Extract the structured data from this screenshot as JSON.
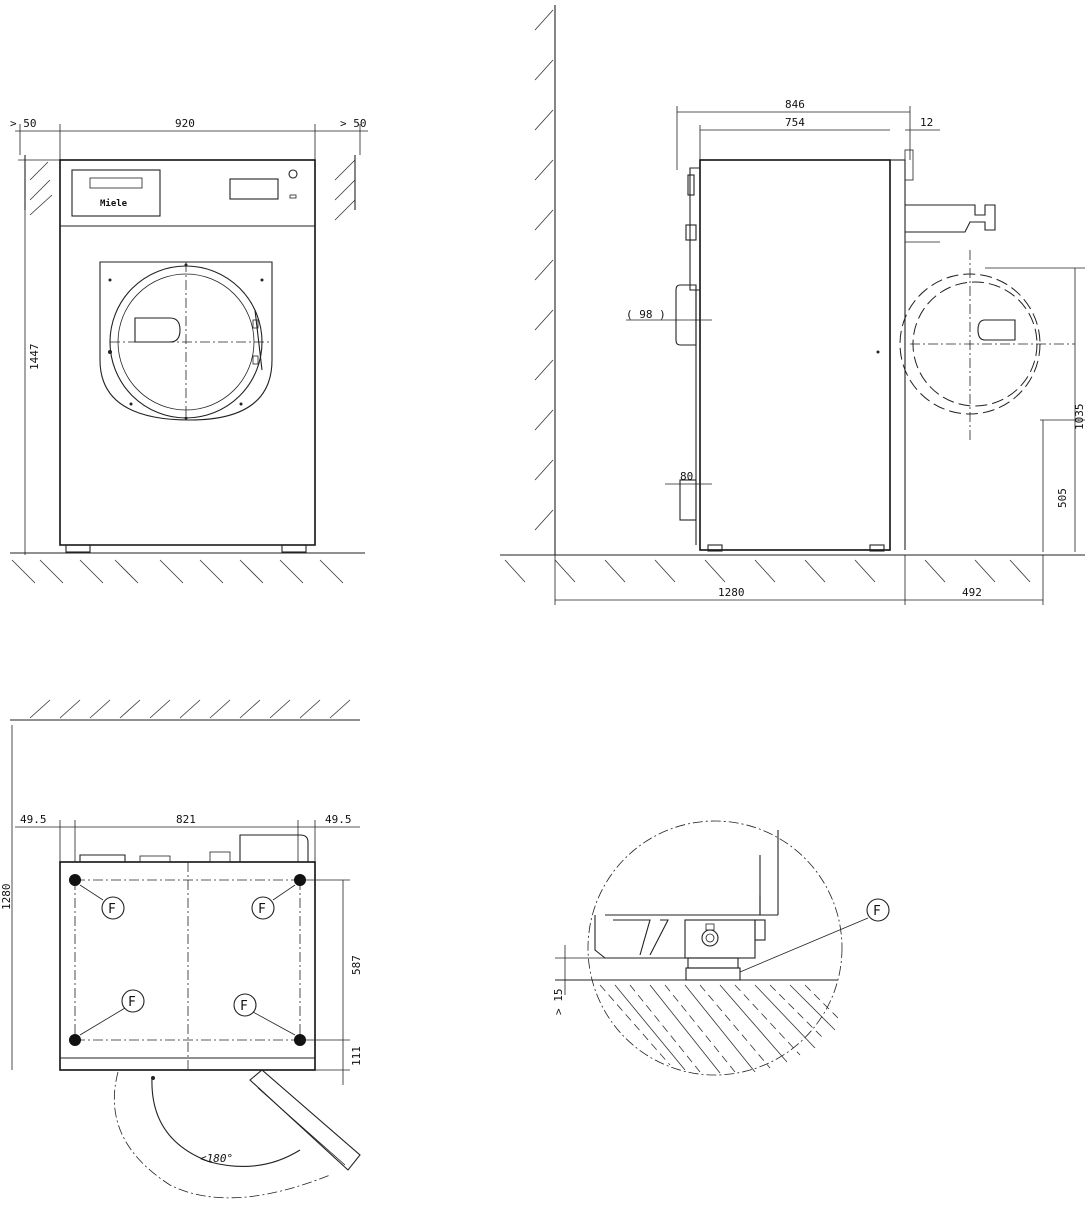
{
  "front_view": {
    "clearance_left": "> 50",
    "width": "920",
    "clearance_right": "> 50",
    "height": "1447",
    "brand_logo": "Miele"
  },
  "side_view": {
    "overall_depth": "846",
    "body_depth": "754",
    "rear_offset": "12",
    "door_projection": "( 98 )",
    "lower_offset": "80",
    "floor_depth": "1280",
    "door_swing_depth": "492",
    "door_center_height": "505",
    "door_top_height": "1035"
  },
  "top_view": {
    "clearance_left": "49.5",
    "foot_spacing_width": "821",
    "clearance_right": "49.5",
    "depth": "1280",
    "foot_spacing_depth": "587",
    "foot_front_offset": "111",
    "door_angle": "<180°",
    "foot_label": "F"
  },
  "detail_view": {
    "floor_clearance": "> 15",
    "foot_label": "F"
  }
}
